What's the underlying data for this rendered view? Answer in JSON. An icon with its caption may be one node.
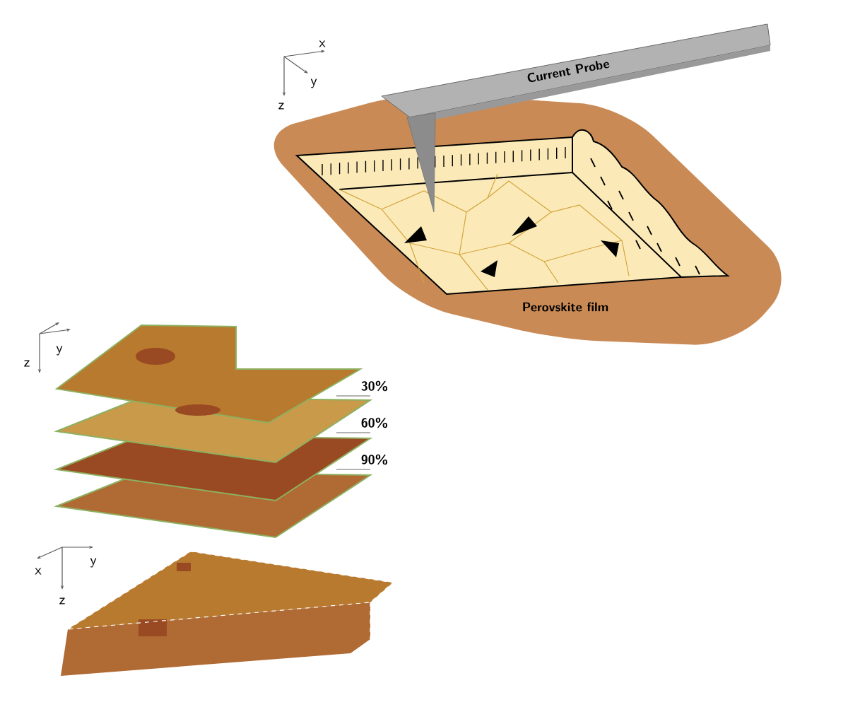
{
  "diagram": {
    "nodes": [
      {
        "text": [
          "Current Probe"
        ]
      }
    ],
    "labels": [
      "x",
      "y",
      "z",
      "Perovskite film",
      "z",
      "y",
      "30%",
      "60%",
      "90%",
      "x",
      "y",
      "z"
    ]
  }
}
